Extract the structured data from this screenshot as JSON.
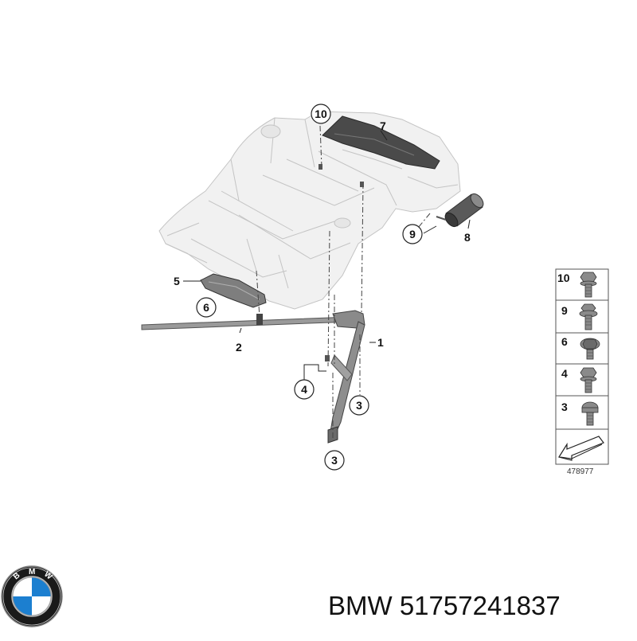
{
  "callouts": {
    "c1": "1",
    "c2": "2",
    "c3a": "3",
    "c3b": "3",
    "c4": "4",
    "c5": "5",
    "c6": "6",
    "c7": "7",
    "c8": "8",
    "c9": "9",
    "c10": "10"
  },
  "legend": {
    "rows": [
      "10",
      "9",
      "6",
      "4",
      "3"
    ],
    "diagram_number": "478977"
  },
  "logo": {
    "letters": [
      "B",
      "M",
      "W"
    ]
  },
  "brand": {
    "label": "BMW",
    "part_number": "51757241837"
  }
}
